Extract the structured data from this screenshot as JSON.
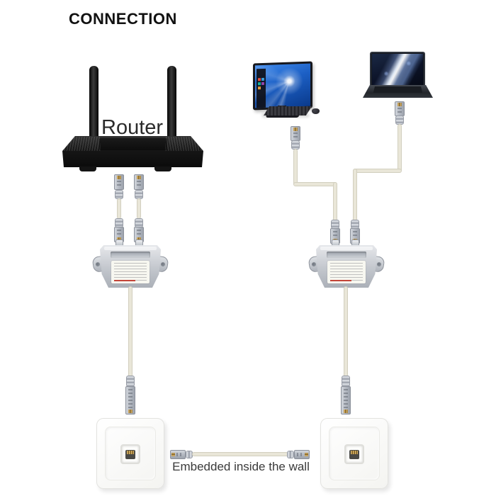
{
  "title": "CONNECTION",
  "router": {
    "label": "Router",
    "icon": "wifi-router-icon",
    "antennas": 2
  },
  "computers": {
    "desktop": {
      "icon": "desktop-computer-icon",
      "wallpaper": "windows-blue"
    },
    "laptop": {
      "icon": "laptop-icon",
      "wallpaper": "dark-abstract-streaks"
    }
  },
  "splitters": [
    {
      "icon": "rj45-splitter-icon",
      "side": "left"
    },
    {
      "icon": "rj45-splitter-icon",
      "side": "right"
    }
  ],
  "wall_plates": [
    {
      "icon": "ethernet-wall-plate-icon",
      "side": "left"
    },
    {
      "icon": "ethernet-wall-plate-icon",
      "side": "right"
    }
  ],
  "wall_cable": {
    "caption": "Embedded inside the wall",
    "icon": "ethernet-cable-icon"
  },
  "colors": {
    "background": "#ffffff",
    "title_text": "#111111",
    "router_black": "#1b1b1b",
    "router_label_text": "#2b2b2b",
    "cable_beige": "#e9e6d8",
    "connector_gray": "#b6bbc4",
    "connector_gold": "#c8a45e",
    "splitter_gray": "#c6cacf",
    "splitter_label_red": "#c4453a",
    "wall_plate_white": "#fbfbfa",
    "windows_blue": "#1c5fc4",
    "laptop_navy": "#0c1328",
    "caption_text": "#3a3a3a"
  }
}
